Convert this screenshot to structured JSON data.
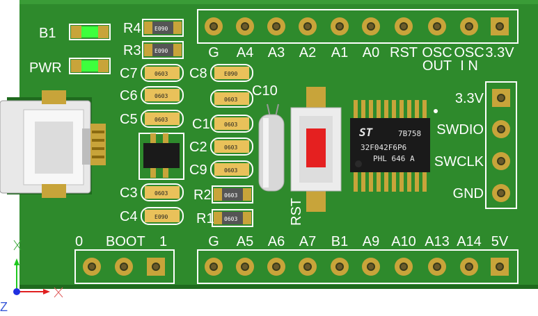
{
  "colors": {
    "pcb": "#2e8a2c",
    "pcb_dark": "#1f6a1e",
    "silkscreen": "#ffffff",
    "gold": "#c8a43a",
    "gold_dark": "#8a6a10",
    "cap_body": "#e9c15a",
    "res_body": "#555555",
    "led_green": "#3dff3d",
    "chip": "#1a1a1a",
    "button_red": "#e52020"
  },
  "top_pins": [
    "G",
    "A4",
    "A3",
    "A2",
    "A1",
    "A0",
    "RST",
    "OSC",
    "OSC",
    "3.3V"
  ],
  "top_pins_line2": [
    "",
    "",
    "",
    "",
    "",
    "",
    "",
    "OUT",
    "I N",
    ""
  ],
  "bottom_pins": [
    "G",
    "A5",
    "A6",
    "A7",
    "B1",
    "A9",
    "A10",
    "A13",
    "A14",
    "5V"
  ],
  "boot": {
    "left": "0",
    "label": "BOOT",
    "right": "1"
  },
  "swd_pins": [
    "3.3V",
    "SWDIO",
    "SWCLK",
    "GND"
  ],
  "leds": [
    {
      "label": "B1"
    },
    {
      "label": "PWR"
    }
  ],
  "resistors_left": [
    {
      "ref": "R4",
      "marking": "E090"
    },
    {
      "ref": "R3",
      "marking": "E090"
    }
  ],
  "caps_left": [
    {
      "ref": "C7",
      "marking": "0603"
    },
    {
      "ref": "C6",
      "marking": "0603"
    },
    {
      "ref": "C5",
      "marking": "0603"
    },
    {
      "ref": "C3",
      "marking": "0603"
    },
    {
      "ref": "C4",
      "marking": "E090"
    }
  ],
  "caps_mid": [
    {
      "ref": "C8",
      "marking": "E090"
    },
    {
      "ref": "C10",
      "marking": "0603"
    },
    {
      "ref": "C1",
      "marking": "0603"
    },
    {
      "ref": "C2",
      "marking": "0603"
    },
    {
      "ref": "C9",
      "marking": "0603"
    }
  ],
  "resistors_mid": [
    {
      "ref": "R2",
      "marking": "0603"
    },
    {
      "ref": "R1",
      "marking": "0603"
    }
  ],
  "reset_label": "RST",
  "mcu": {
    "logo": "ST",
    "line1": "7B758",
    "line2": "32F042F6P6",
    "line3": "PHL 646 A"
  },
  "axes": {
    "z_label": "Z"
  }
}
